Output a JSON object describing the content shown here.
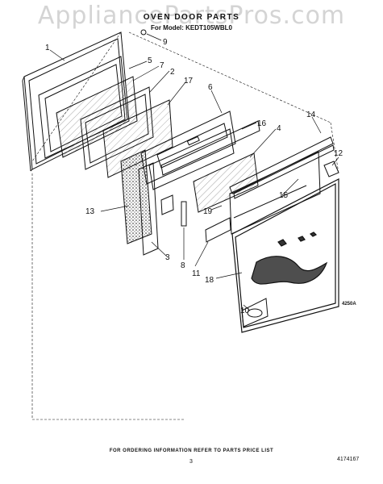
{
  "watermark": "AppliancePartsPros.com",
  "title": "OVEN DOOR PARTS",
  "model_line": "For Model: KEDT105WBL0",
  "figure_code": "4250A",
  "footer_note": "FOR ORDERING INFORMATION REFER TO PARTS PRICE LIST",
  "page_number": "3",
  "document_number": "4174167",
  "callouts": [
    "1",
    "5",
    "7",
    "2",
    "17",
    "6",
    "16",
    "4",
    "14",
    "12",
    "9",
    "13",
    "15",
    "19",
    "3",
    "8",
    "11",
    "18",
    "10"
  ],
  "colors": {
    "line": "#111111",
    "screen": "#333333",
    "watermark": "#a0a0a0"
  }
}
